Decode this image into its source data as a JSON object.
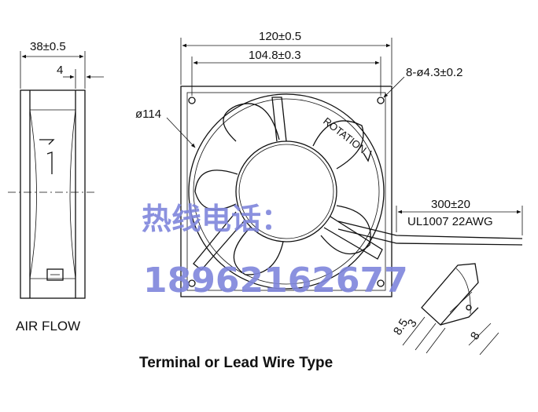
{
  "dimensions": {
    "side_depth": "38±0.5",
    "flange": "4",
    "overall_width": "120±0.5",
    "hole_spacing": "104.8±0.3",
    "mount_holes": "8-ø4.3±0.2",
    "venturi_diameter": "ø114",
    "lead_length": "300±20",
    "lead_wire": "UL1007  22AWG",
    "terminal_a": "8.5",
    "terminal_b": "3",
    "terminal_c": "8"
  },
  "labels": {
    "rotation": "ROTATION",
    "air_flow": "AIR FLOW",
    "caption": "Terminal or Lead Wire Type"
  },
  "watermark": {
    "line1": "热线电话：",
    "line2": "18962162677",
    "color": "#7f86dc"
  }
}
